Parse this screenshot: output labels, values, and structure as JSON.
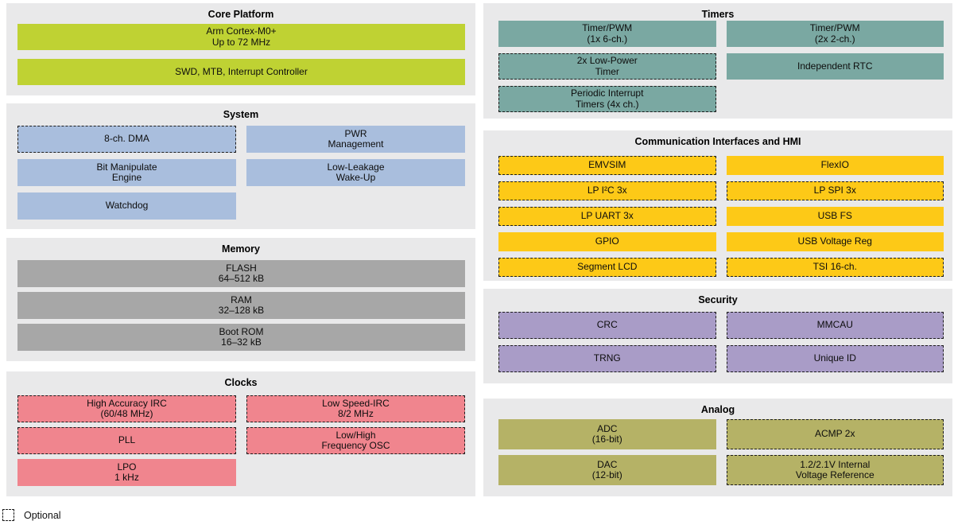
{
  "palette": {
    "core_green": "#bfd233",
    "system_blue": "#a9bedd",
    "memory_gray": "#a7a7a7",
    "clocks_red": "#f0858e",
    "timers_teal": "#7aa8a2",
    "comm_yellow": "#fdc917",
    "security_purple": "#a99cc7",
    "analog_olive": "#b5b266",
    "panel_background": "#e9e9ea"
  },
  "panels": {
    "core_platform": {
      "title": "Core Platform",
      "cells": [
        {
          "lines": [
            "Arm Cortex-M0+",
            "Up to 72 MHz"
          ],
          "optional": false
        },
        {
          "lines": [
            "SWD, MTB, Interrupt Controller"
          ],
          "optional": false
        }
      ]
    },
    "system": {
      "title": "System",
      "cells": [
        {
          "lines": [
            "8-ch. DMA"
          ],
          "optional": true
        },
        {
          "lines": [
            "PWR",
            "Management"
          ],
          "optional": false
        },
        {
          "lines": [
            "Bit Manipulate",
            "Engine"
          ],
          "optional": false
        },
        {
          "lines": [
            "Low-Leakage",
            "Wake-Up"
          ],
          "optional": false
        },
        {
          "lines": [
            "Watchdog"
          ],
          "optional": false
        }
      ]
    },
    "memory": {
      "title": "Memory",
      "cells": [
        {
          "lines": [
            "FLASH",
            "64–512 kB"
          ],
          "optional": false
        },
        {
          "lines": [
            "RAM",
            "32–128 kB"
          ],
          "optional": false
        },
        {
          "lines": [
            "Boot ROM",
            "16–32 kB"
          ],
          "optional": false
        }
      ]
    },
    "clocks": {
      "title": "Clocks",
      "cells": [
        {
          "lines": [
            "High Accuracy IRC",
            "(60/48 MHz)"
          ],
          "optional": true
        },
        {
          "lines": [
            "Low Speed-IRC",
            "8/2 MHz"
          ],
          "optional": true
        },
        {
          "lines": [
            "PLL"
          ],
          "optional": true
        },
        {
          "lines": [
            "Low/High",
            "Frequency OSC"
          ],
          "optional": true
        },
        {
          "lines": [
            "LPO",
            "1 kHz"
          ],
          "optional": false
        }
      ]
    },
    "timers": {
      "title": "Timers",
      "cells": [
        {
          "lines": [
            "Timer/PWM",
            "(1x 6-ch.)"
          ],
          "optional": false
        },
        {
          "lines": [
            "Timer/PWM",
            "(2x 2-ch.)"
          ],
          "optional": false
        },
        {
          "lines": [
            "2x Low-Power",
            "Timer"
          ],
          "optional": true
        },
        {
          "lines": [
            "Independent RTC"
          ],
          "optional": false
        },
        {
          "lines": [
            "Periodic Interrupt",
            "Timers (4x ch.)"
          ],
          "optional": true
        }
      ]
    },
    "comm": {
      "title": "Communication Interfaces and HMI",
      "cells": [
        {
          "lines": [
            "EMVSIM"
          ],
          "optional": true
        },
        {
          "lines": [
            "FlexIO"
          ],
          "optional": false
        },
        {
          "lines": [
            "LP I²C 3x"
          ],
          "optional": true
        },
        {
          "lines": [
            "LP SPI 3x"
          ],
          "optional": true
        },
        {
          "lines": [
            "LP UART 3x"
          ],
          "optional": true
        },
        {
          "lines": [
            "USB FS"
          ],
          "optional": false
        },
        {
          "lines": [
            "GPIO"
          ],
          "optional": false
        },
        {
          "lines": [
            "USB Voltage Reg"
          ],
          "optional": false
        },
        {
          "lines": [
            "Segment LCD"
          ],
          "optional": true
        },
        {
          "lines": [
            "TSI 16-ch."
          ],
          "optional": true
        }
      ]
    },
    "security": {
      "title": "Security",
      "cells": [
        {
          "lines": [
            "CRC"
          ],
          "optional": true
        },
        {
          "lines": [
            "MMCAU"
          ],
          "optional": true
        },
        {
          "lines": [
            "TRNG"
          ],
          "optional": true
        },
        {
          "lines": [
            "Unique ID"
          ],
          "optional": true
        }
      ]
    },
    "analog": {
      "title": "Analog",
      "cells": [
        {
          "lines": [
            "ADC",
            "(16-bit)"
          ],
          "optional": false
        },
        {
          "lines": [
            "ACMP 2x"
          ],
          "optional": true
        },
        {
          "lines": [
            "DAC",
            "(12-bit)"
          ],
          "optional": false
        },
        {
          "lines": [
            "1.2/2.1V Internal",
            "Voltage Reference"
          ],
          "optional": true
        }
      ]
    }
  },
  "legend": {
    "label": "Optional"
  }
}
